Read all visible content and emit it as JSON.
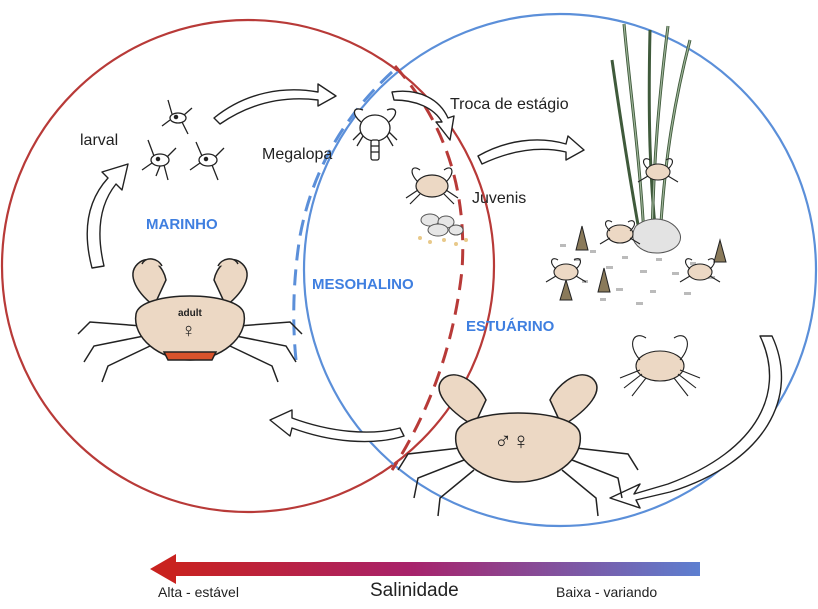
{
  "colors": {
    "marine_circle": "#b83a38",
    "estuary_circle": "#5b8fd9",
    "zone_text": "#3f7fe0",
    "crab_fill": "#ecd8c4",
    "crab_stroke": "#222222",
    "egg_mass": "#d9532b",
    "gradient_start": "#c9221f",
    "gradient_end": "#5d7fd0"
  },
  "stage_labels": {
    "larval": "larval",
    "megalopa": "Megalopa",
    "stage_change": "Troca de estágio",
    "juveniles": "Juvenis"
  },
  "zones": {
    "marine": "MARINHO",
    "mesohaline": "MESOHALINO",
    "estuarine": "ESTUÁRINO"
  },
  "crab_marks": {
    "adult_tag": "adult",
    "female_symbol": "♀",
    "male_female_symbol": "♂♀"
  },
  "salinity_axis": {
    "title": "Salinidade",
    "high_label": "Alta - estável",
    "low_label": "Baixa - variando"
  },
  "icons": [
    "larva-icon",
    "megalopa-icon",
    "juvenile-crab-icon",
    "adult-female-crab-icon",
    "adult-crab-icon",
    "seagrass-icon",
    "cycle-arrow-icon"
  ]
}
